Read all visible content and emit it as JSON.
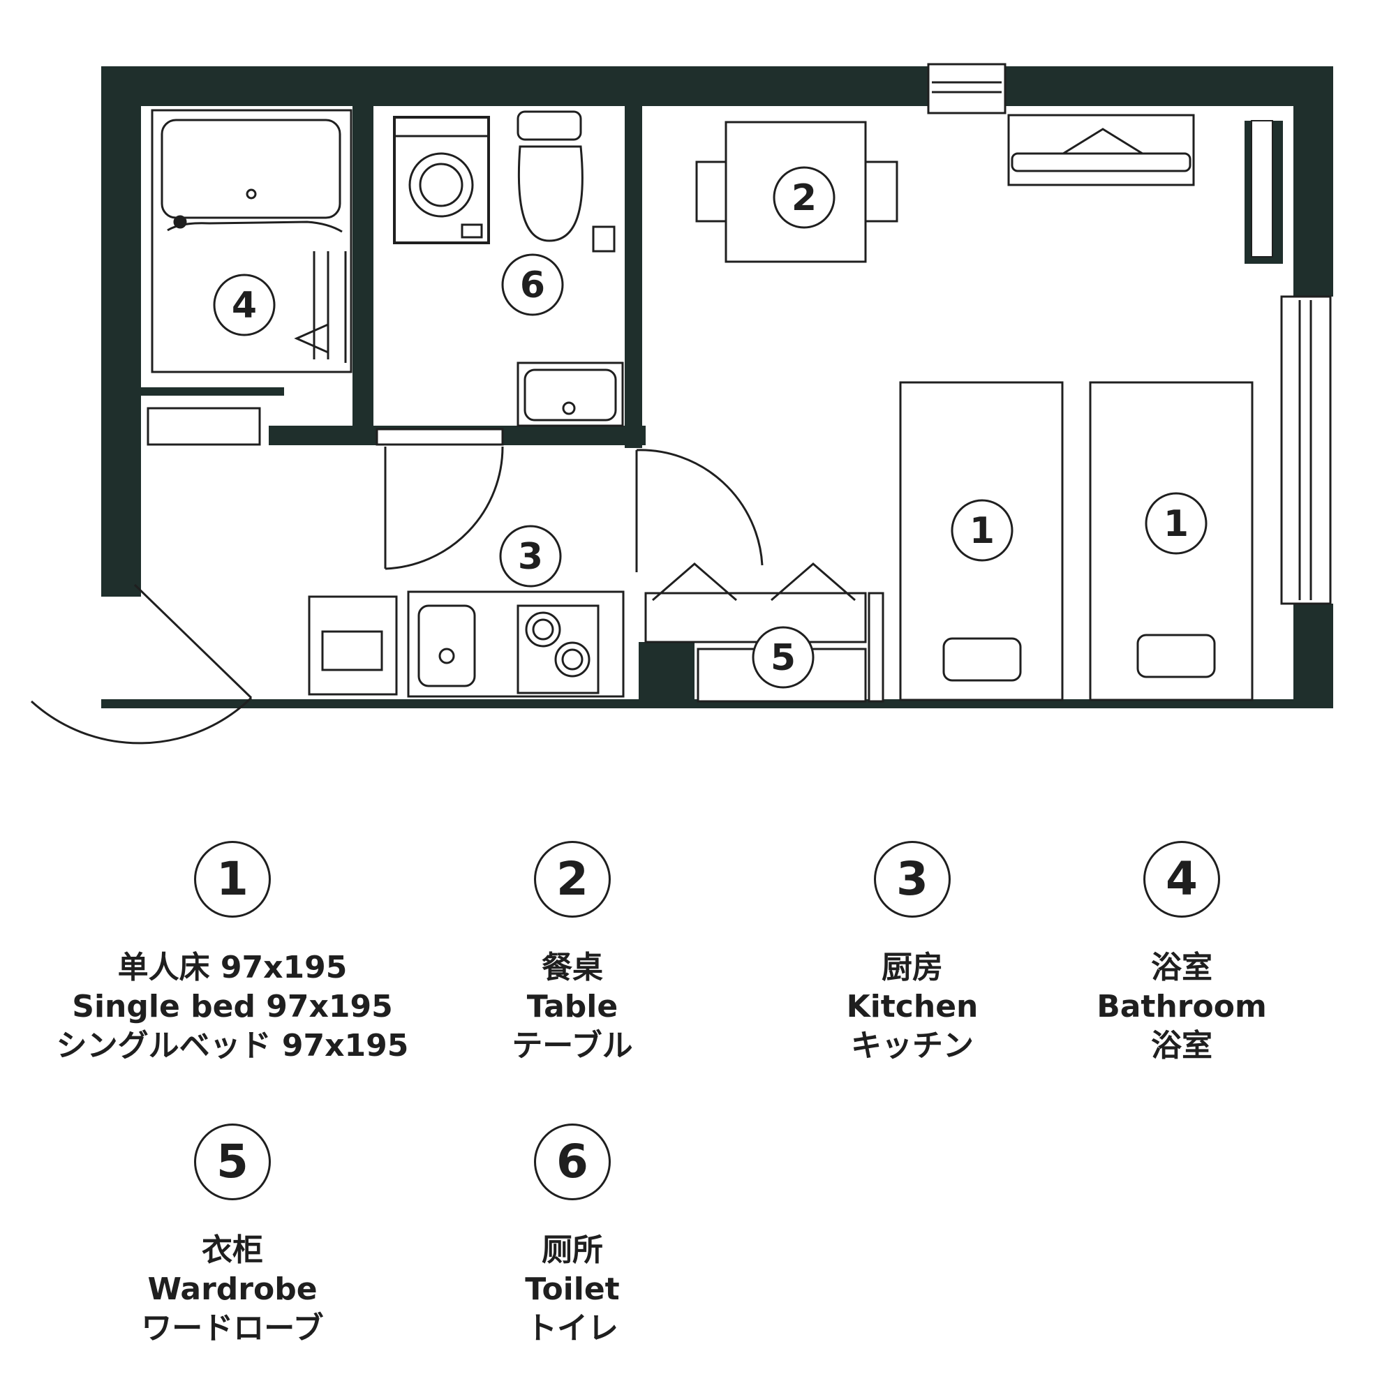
{
  "colors": {
    "wall": "#1f2f2c",
    "line": "#1f1f1f",
    "background": "#ffffff"
  },
  "plan": {
    "markers": [
      {
        "id": "bed-1a",
        "number": "1"
      },
      {
        "id": "bed-1b",
        "number": "1"
      },
      {
        "id": "table",
        "number": "2"
      },
      {
        "id": "kitchen",
        "number": "3"
      },
      {
        "id": "bathroom",
        "number": "4"
      },
      {
        "id": "wardrobe",
        "number": "5"
      },
      {
        "id": "toilet",
        "number": "6"
      }
    ]
  },
  "legend": [
    {
      "number": "1",
      "lines": [
        "单人床 97x195",
        "Single bed 97x195",
        "シングルベッド 97x195"
      ]
    },
    {
      "number": "2",
      "lines": [
        "餐桌",
        "Table",
        "テーブル"
      ]
    },
    {
      "number": "3",
      "lines": [
        "厨房",
        "Kitchen",
        "キッチン"
      ]
    },
    {
      "number": "4",
      "lines": [
        "浴室",
        "Bathroom",
        "浴室"
      ]
    },
    {
      "number": "5",
      "lines": [
        "衣柜",
        "Wardrobe",
        "ワードローブ"
      ]
    },
    {
      "number": "6",
      "lines": [
        "厕所",
        "Toilet",
        "トイレ"
      ]
    }
  ]
}
